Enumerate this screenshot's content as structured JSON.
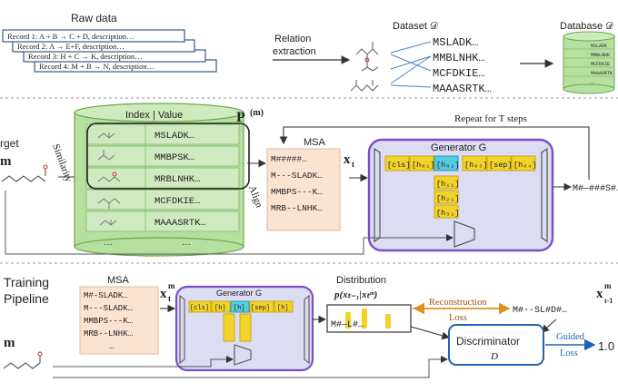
{
  "top": {
    "raw_data_title": "Raw data",
    "records": [
      "Record 1: A + B → C + D, description…",
      "Record 2: A → E+F, description…",
      "Record 3: H + C → K, description…",
      "Record 4: M + B → N, description…"
    ],
    "relation_label_1": "Relation",
    "relation_label_2": "extraction",
    "dataset_title": "Dataset 𝒟",
    "sequences": [
      "MSLADK…",
      "MMBLNHK…",
      "MCFDKIE…",
      "MAAASRTK…"
    ],
    "database_title": "Database 𝒟",
    "db_rows": [
      "MSLADK",
      "MMBLNHK",
      "MCFDKIE",
      "MAAASRTK",
      "…"
    ]
  },
  "middle": {
    "target_label": "rget",
    "target_var": "m",
    "similarity_label": "Similarity",
    "db_header": "Index | Value",
    "db_entries": [
      "MSLADK…",
      "MMBPSK…",
      "MRBLNHK…",
      "MCFDKIE…",
      "MAAASRTK…",
      "…",
      "…"
    ],
    "p_label": "P",
    "p_sup": "(m)",
    "align_label": "Align",
    "msa_title": "MSA",
    "msa_rows": [
      "M#####…",
      "M---SLADK…",
      "MMBPS---K…",
      "MRB--LNHK…"
    ],
    "xt_label": "x",
    "xt_sub": "t",
    "generator_title": "Generator G",
    "tokens": [
      "[cls]",
      "[h₀₁]",
      "[h₀₂]",
      "[h₀₃]",
      "[sep]",
      "[h₀₄]"
    ],
    "sub_tokens": [
      "[h₁₁]",
      "[h₂₁]",
      "[h₃₁]"
    ],
    "repeat_label": "Repeat for T steps",
    "output_seq": "M#—###S#…"
  },
  "bottom": {
    "training_label_1": "Training",
    "training_label_2": "Pipeline",
    "msa_title": "MSA",
    "msa_rows": [
      "M#-SLADK…",
      "M---SLADK…",
      "MMBPS---K…",
      "MRB--LNHK…",
      "…"
    ],
    "xt_label": "x",
    "xt_sup": "m",
    "xt_sub": "t",
    "generator_title": "Generator G",
    "tokens": [
      "[cls]",
      "[h]",
      "[h]",
      "[sep]",
      "[h]"
    ],
    "distribution_title": "Distribution",
    "distribution_formula": "p(xₜ₋₁|xₜᵐ)",
    "dist_seq": "M#—L#…",
    "reconstruction_label_1": "Reconstruction",
    "reconstruction_label_2": "Loss",
    "recon_seq": "M#--SL#D#…",
    "x_right_label": "x",
    "x_right_sup": "m",
    "x_right_sub": "t-1",
    "discriminator_title": "Discriminator",
    "discriminator_var": "D",
    "guided_label_1": "Guided",
    "guided_label_2": "Loss",
    "score": "1.0",
    "target_var": "m"
  },
  "colors": {
    "db_green": "#b7dfa0",
    "generator_fill": "#dcdcf3",
    "generator_border": "#7a4fc9",
    "msa_fill": "#fbe3d2",
    "token_yellow": "#f2d32a",
    "token_cyan": "#56cbe0",
    "brown_text": "#a0521b",
    "blue_text": "#1e63b5"
  }
}
